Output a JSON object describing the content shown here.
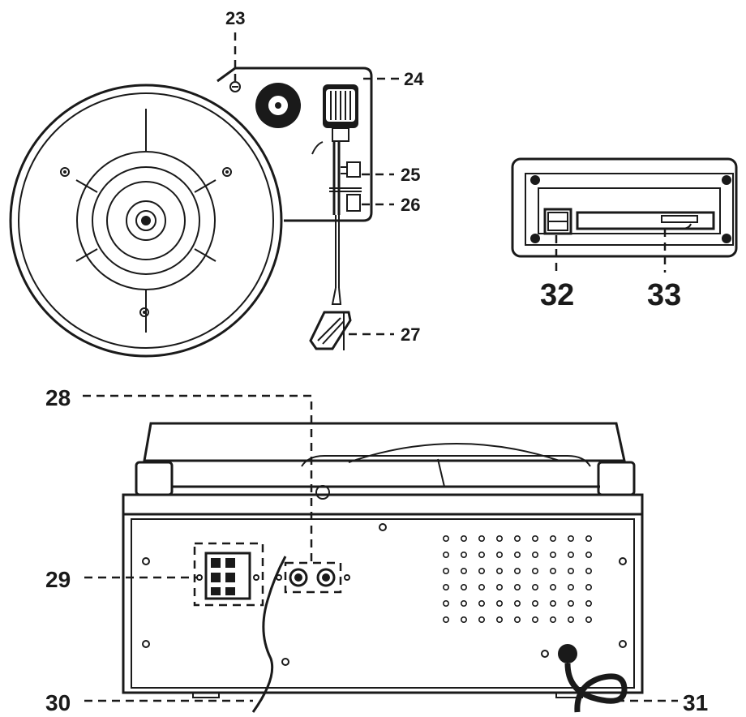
{
  "callouts": {
    "c23": "23",
    "c24": "24",
    "c25": "25",
    "c26": "26",
    "c27": "27",
    "c28": "28",
    "c29": "29",
    "c30": "30",
    "c31": "31",
    "c32": "32",
    "c33": "33"
  },
  "ink_color": "#1a1a1a",
  "background_color": "#ffffff"
}
